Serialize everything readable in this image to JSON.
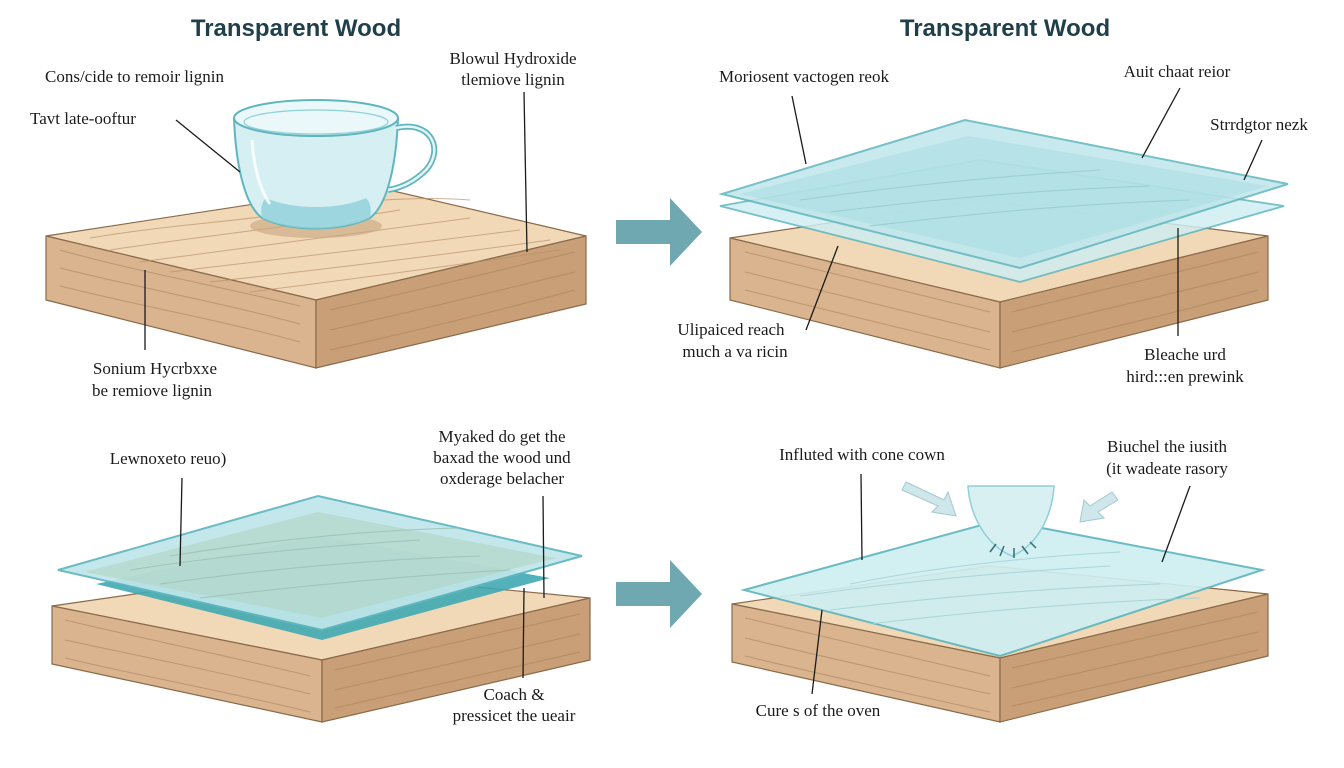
{
  "titles": {
    "left": "Transparent Wood",
    "right": "Transparent Wood"
  },
  "panel1": {
    "label_remove": "Cons/cide to remoir lignin",
    "label_taut": "Tavt late-ooftur",
    "label_hydroxide_1": "Blowul Hydroxide",
    "label_hydroxide_2": "tlemiove lignin",
    "label_sodium_1": "Sonium Hycrbxxe",
    "label_sodium_2": "be remiove lignin"
  },
  "panel2": {
    "label_moriosent": "Moriosent vactogen reok",
    "label_auit": "Auit chaat reior",
    "label_strrid": "Strrdgtor nezk",
    "label_ulipaiced_1": "Ulipaiced reach",
    "label_ulipaiced_2": "much a va ricin",
    "label_bleache_1": "Bleache urd",
    "label_bleache_2": "hird:::en prewink"
  },
  "panel3": {
    "label_lewnoxeto": "Lewnoxeto reuo)",
    "label_myaked_1": "Myaked do get the",
    "label_myaked_2": "baxad the wood und",
    "label_myaked_3": "oxderage belacher",
    "label_coach_1": "Coach &",
    "label_coach_2": "pressicet the ueair"
  },
  "panel4": {
    "label_influted": "Influted with cone cown",
    "label_biuchel_1": "Biuchel the iusith",
    "label_biuchel_2": "(it wadeate rasory",
    "label_cure": "Cure s of the oven"
  },
  "colors": {
    "wood_top": "#f1d9b8",
    "wood_front": "#d9b48e",
    "wood_side": "#c89f76",
    "glass": "#bfe6ea",
    "glass_edge": "#5fb6bf",
    "arrow": "#6fa8b0",
    "title": "#1f3f4a"
  },
  "icons": [
    "arrow-right-icon",
    "glass-cup-icon"
  ]
}
